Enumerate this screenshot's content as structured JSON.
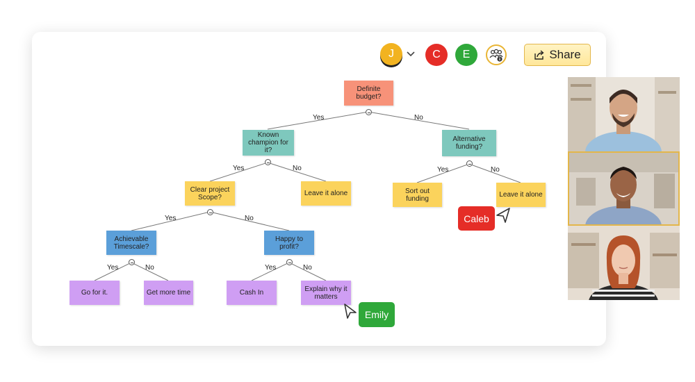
{
  "toolbar": {
    "avatars": [
      {
        "initial": "J",
        "color": "#f2b320"
      },
      {
        "initial": "C",
        "color": "#e52d27"
      },
      {
        "initial": "E",
        "color": "#2fa83a"
      }
    ],
    "share_label": "Share",
    "people_icon": "people-info-icon"
  },
  "tree": {
    "root": "Definite budget?",
    "known_champion": "Known champion for it?",
    "alternative_funding": "Alternative funding?",
    "clear_scope": "Clear project Scope?",
    "leave_alone_left": "Leave it alone",
    "sort_out_funding": "Sort out funding",
    "leave_alone_right": "Leave it alone",
    "achievable_timescale": "Achievable Timescale?",
    "happy_to_profit": "Happy to profit?",
    "go_for_it": "Go for it.",
    "get_more_time": "Get more time",
    "cash_in": "Cash In",
    "explain_why": "Explain why it matters",
    "yes": "Yes",
    "no": "No"
  },
  "cursors": {
    "caleb": {
      "name": "Caleb",
      "color": "#e52d27"
    },
    "emily": {
      "name": "Emily",
      "color": "#2fa83a"
    }
  },
  "colors": {
    "red_node": "#f79279",
    "teal_node": "#7ec8bd",
    "yellow_node": "#fbd35c",
    "blue_node": "#5b9fd9",
    "purple_node": "#cf9ef3",
    "accent": "#e3b64a"
  }
}
